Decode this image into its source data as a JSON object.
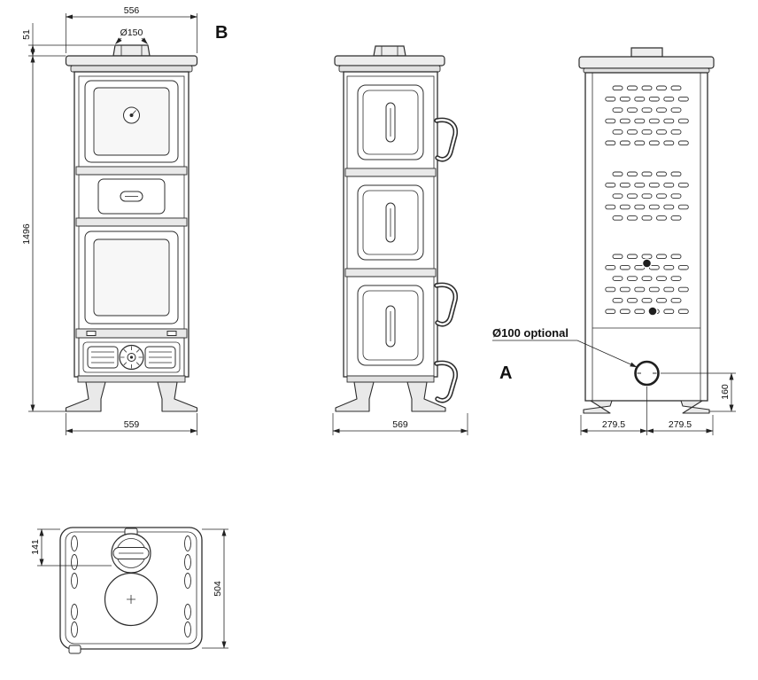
{
  "front_view": {
    "label": "B",
    "dim_top_width": "556",
    "dim_flue_height": "51",
    "dim_flue_diameter": "Ø150",
    "dim_total_height": "1496",
    "dim_base_width": "559"
  },
  "side_view": {
    "dim_depth": "569"
  },
  "back_view": {
    "label": "A",
    "annotation_outlet": "Ø100 optional",
    "dim_outlet_height": "160",
    "dim_half_width_left": "279.5",
    "dim_half_width_right": "279.5"
  },
  "top_view": {
    "dim_flue_offset": "141",
    "dim_depth": "504"
  }
}
